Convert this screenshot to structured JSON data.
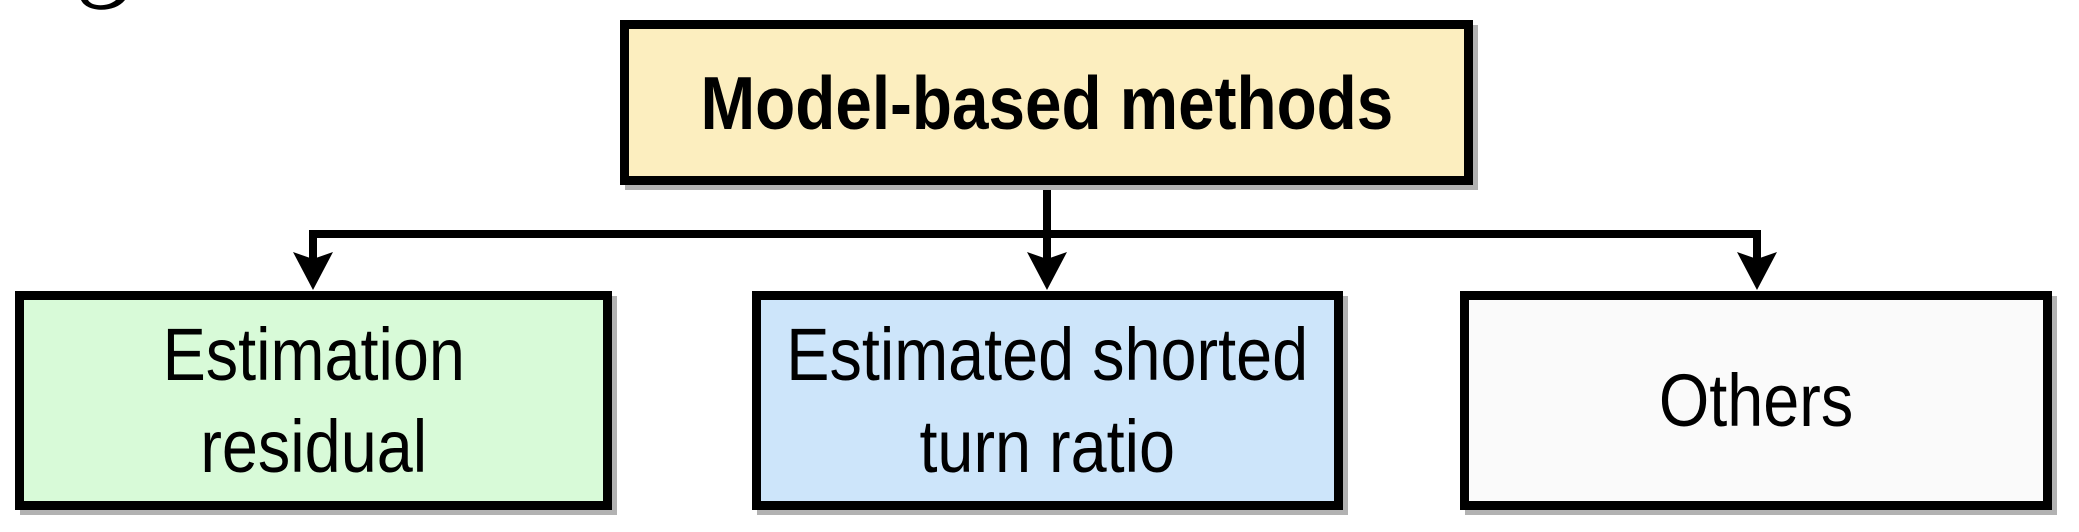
{
  "figure": {
    "background_color": "#ffffff",
    "stray_mark": "partial bottom stroke of a cropped caption letter at top-left"
  },
  "diagram": {
    "type": "flowchart-hierarchy",
    "border_color": "#000000",
    "connector_color": "#000000",
    "text_color": "#000000",
    "shadow_color": "#b2b2b2",
    "root": {
      "id": "model-based-methods",
      "label": "Model-based methods",
      "fill": "#FCEEBF"
    },
    "children": [
      {
        "id": "estimation-residual",
        "label": "Estimation residual",
        "lines": [
          "Estimation",
          "residual"
        ],
        "fill": "#D8FAD8"
      },
      {
        "id": "estimated-shorted-turn-ratio",
        "label": "Estimated shorted turn ratio",
        "lines": [
          "Estimated shorted",
          "turn ratio"
        ],
        "fill": "#CDE5FA"
      },
      {
        "id": "others",
        "label": "Others",
        "lines": [
          "Others"
        ],
        "fill": "#FAFAFA"
      }
    ],
    "edges": [
      {
        "from": "model-based-methods",
        "to": "estimation-residual"
      },
      {
        "from": "model-based-methods",
        "to": "estimated-shorted-turn-ratio"
      },
      {
        "from": "model-based-methods",
        "to": "others"
      }
    ]
  }
}
